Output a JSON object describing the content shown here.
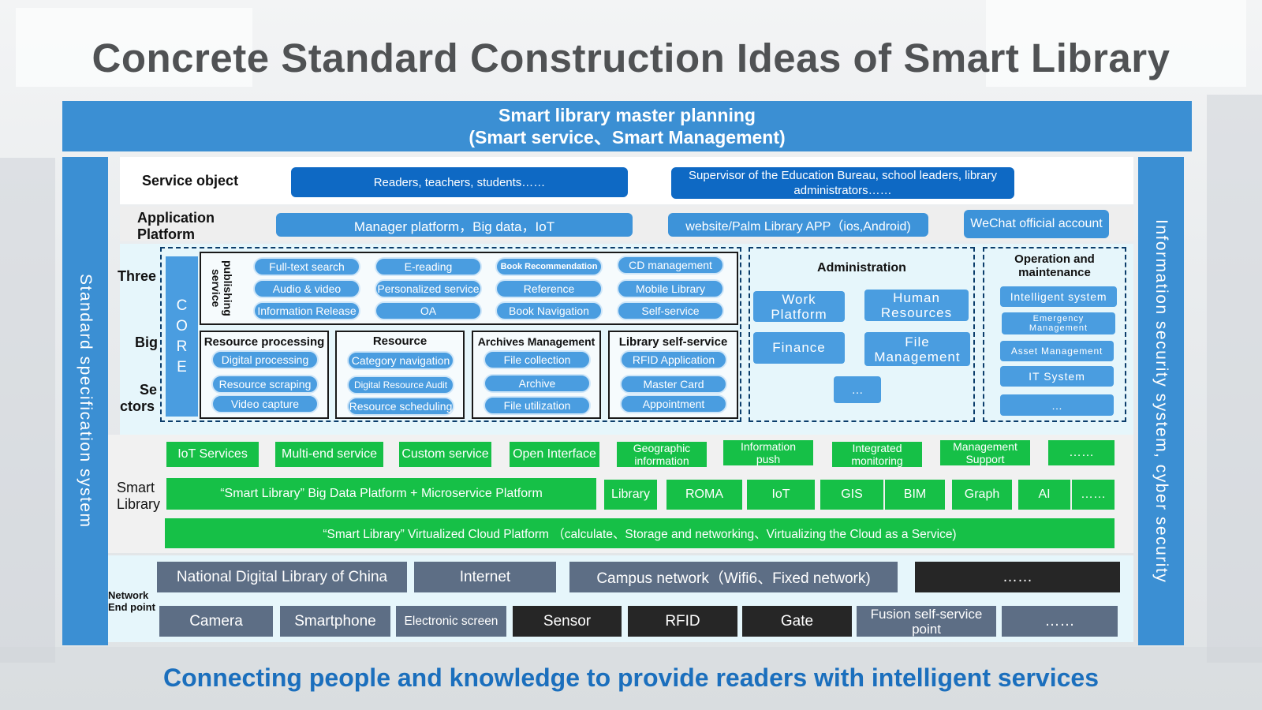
{
  "title": "Concrete Standard Construction Ideas of Smart Library",
  "master": {
    "line1": "Smart library master planning",
    "line2": "(Smart service、Smart Management)"
  },
  "left_side": "Standard specification system",
  "right_side": "Information security system, cyber security",
  "service_object": {
    "label": "Service object",
    "readers": "Readers, teachers, students……",
    "supervisors": "Supervisor of the Education Bureau, school leaders, library administrators……"
  },
  "application_platform": {
    "label_1": "Application",
    "label_2": "Platform",
    "items": [
      "Manager platform，Big data，IoT",
      "website/Palm Library APP（ios,Android)",
      "WeChat official account"
    ]
  },
  "three_big_sectors": {
    "label_three": "Three",
    "label_big": "Big",
    "label_se": "Se",
    "label_ctors": "ctors",
    "core_letters": [
      "C",
      "O",
      "R",
      "E"
    ],
    "publishing": {
      "label": "publishing service",
      "col1": [
        "Full-text search",
        "Audio & video",
        "Information Release"
      ],
      "col2": [
        "E-reading",
        "Personalized service",
        "OA"
      ],
      "col3": [
        "Book Recommendation",
        "Reference",
        "Book Navigation"
      ],
      "col4": [
        "CD management",
        "Mobile Library",
        "Self-service"
      ]
    },
    "resource_processing": {
      "title": "Resource processing",
      "items": [
        "Digital processing",
        "Resource scraping",
        "Video capture"
      ]
    },
    "resource": {
      "title": "Resource",
      "items": [
        "Category navigation",
        "Digital Resource Audit",
        "Resource scheduling"
      ]
    },
    "archives": {
      "title": "Archives Management",
      "items": [
        "File collection",
        "Archive",
        "File utilization"
      ]
    },
    "self_service": {
      "title": "Library self-service",
      "items": [
        "RFID Application",
        "Master Card",
        "Appointment"
      ]
    },
    "administration": {
      "title": "Administration",
      "work_platform_1": "Work",
      "work_platform_2": "Platform",
      "hr_1": "Human",
      "hr_2": "Resources",
      "finance": "Finance",
      "file_1": "File",
      "file_2": "Management",
      "more": "…"
    },
    "operation": {
      "title_1": "Operation and",
      "title_2": "maintenance",
      "intelligent": "Intelligent system",
      "emergency_1": "Emergency",
      "emergency_2": "Management",
      "asset": "Asset Management",
      "it": "IT System",
      "more": "…"
    }
  },
  "smart_library": {
    "label_1": "Smart",
    "label_2": "Library",
    "services": {
      "iot": "IoT Services",
      "multi": "Multi-end service",
      "custom": "Custom service",
      "open": "Open Interface",
      "geo_1": "Geographic",
      "geo_2": "information",
      "info_1": "Information",
      "info_2": "push",
      "integ_1": "Integrated",
      "integ_2": "monitoring",
      "mgmt_1": "Management",
      "mgmt_2": "Support",
      "more": "……"
    },
    "platform": "“Smart Library”   Big Data Platform + Microservice Platform",
    "platform_items": [
      "Library",
      "ROMA",
      "IoT",
      "GIS",
      "BIM",
      "Graph",
      "AI",
      "……"
    ],
    "cloud": "“Smart Library”   Virtualized Cloud Platform （calculate、Storage and networking、Virtualizing the Cloud as a Service)"
  },
  "network": {
    "label_1": "Network",
    "label_2": "End point",
    "row1": [
      "National Digital Library of China",
      "Internet",
      "Campus network（Wifi6、Fixed network)",
      "……"
    ],
    "row2": [
      "Camera",
      "Smartphone",
      "Electronic screen",
      "Sensor",
      "RFID",
      "Gate",
      "Fusion self-service point",
      "……"
    ]
  },
  "footer": "Connecting people and knowledge to provide readers with intelligent services",
  "colors": {
    "primary_blue": "#3b8fd3",
    "dark_blue": "#0e69c4",
    "green": "#16c047",
    "slate": "#5d6e85",
    "black": "#262626",
    "title_gray": "#505254",
    "footer_blue": "#1b6fbd"
  }
}
